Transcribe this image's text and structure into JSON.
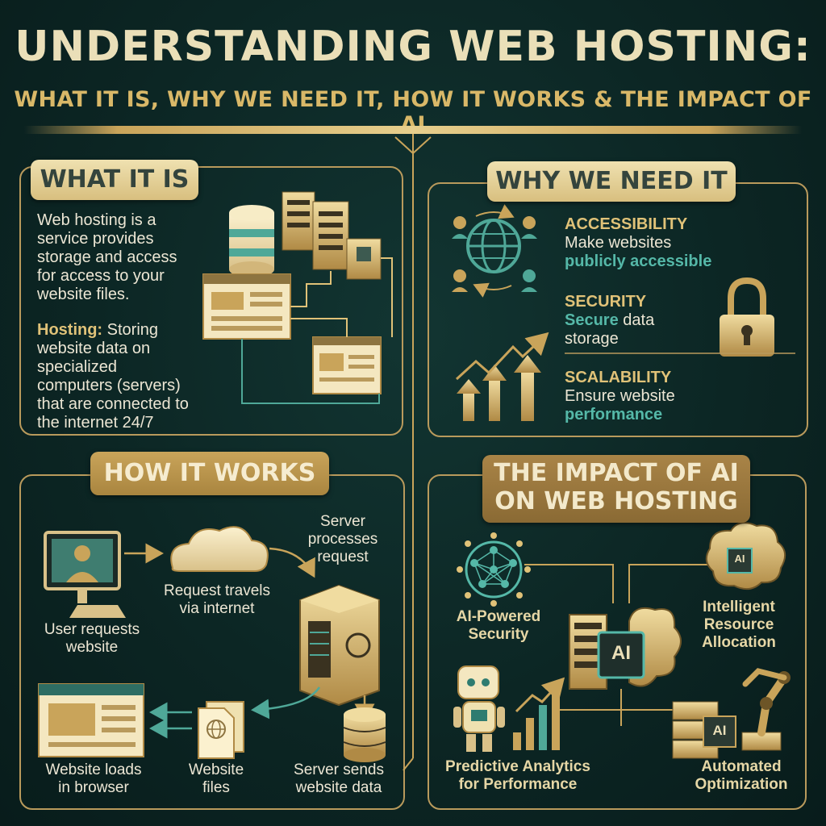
{
  "header": {
    "title": "UNDERSTANDING WEB HOSTING:",
    "subtitle": "WHAT IT IS, WHY WE NEED IT, HOW IT WORKS & THE IMPACT OF AI"
  },
  "what_it_is": {
    "heading": "WHAT IT IS",
    "line1": "Web hosting is a",
    "line2": "service provides",
    "line3": "storage and access",
    "line4": "for access to your",
    "line5": "website files.",
    "hosting_label": "Hosting:",
    "hosting_rest": " Storing",
    "line6": "website data on",
    "line7": "specialized",
    "line8": "computers (servers)",
    "line9": "that are connected to",
    "line10": "the internet 24/7"
  },
  "why_we_need_it": {
    "heading": "WHY WE NEED IT",
    "items": [
      {
        "title": "ACCESSIBILITY",
        "line1": "Make websites",
        "line2": "publicly accessible"
      },
      {
        "title": "SECURITY",
        "highlight": "Secure",
        "rest": " data",
        "line2": "storage"
      },
      {
        "title": "SCALABILITY",
        "line1": "Ensure website",
        "line2": "performance"
      }
    ]
  },
  "how_it_works": {
    "heading": "HOW IT WORKS",
    "steps": {
      "user_l1": "User requests",
      "user_l2": "website",
      "travel_l1": "Request travels",
      "travel_l2": "via internet",
      "server_l1": "Server",
      "server_l2": "processes",
      "server_l3": "request",
      "loads_l1": "Website loads",
      "loads_l2": "in browser",
      "files_l1": "Website",
      "files_l2": "files",
      "sends_l1": "Server sends",
      "sends_l2": "website data"
    }
  },
  "ai_impact": {
    "heading_l1": "THE IMPACT OF AI",
    "heading_l2": "ON WEB HOSTING",
    "chip_label": "AI",
    "security_l1": "AI-Powered",
    "security_l2": "Security",
    "resource_l1": "Intelligent",
    "resource_l2": "Resource",
    "resource_l3": "Allocation",
    "predictive_l1": "Predictive Analytics",
    "predictive_l2": "for Performance",
    "auto_l1": "Automated",
    "auto_l2": "Optimization"
  },
  "colors": {
    "gold": "#c9a45a",
    "teal": "#4fa898",
    "cream": "#efe1b0",
    "background": "#0c2624"
  }
}
